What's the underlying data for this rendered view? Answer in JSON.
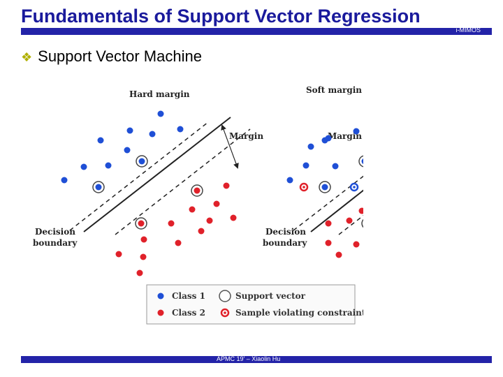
{
  "header": {
    "title": "Fundamentals of Support Vector Regression",
    "org": "i-MIMOS",
    "accent_color": "#2323a8"
  },
  "bullet": {
    "icon": "diamond-bullet-icon",
    "text": "Support Vector Machine"
  },
  "diagram": {
    "left_panel": {
      "title": "Hard margin",
      "margin_label": "Margin",
      "boundary_label_line1": "Decision",
      "boundary_label_line2": "boundary"
    },
    "right_panel": {
      "title": "Soft margin",
      "margin_label": "Margin",
      "boundary_label_line1": "Decision",
      "boundary_label_line2": "boundary"
    },
    "legend": {
      "class1": "Class 1",
      "class2": "Class 2",
      "support_vector": "Support vector",
      "violating": "Sample violating constraint"
    },
    "colors": {
      "class1": "#1f4fd6",
      "class2": "#e0212a"
    }
  },
  "footer": {
    "text": "APMC 19' – Xiaolin Hu"
  }
}
